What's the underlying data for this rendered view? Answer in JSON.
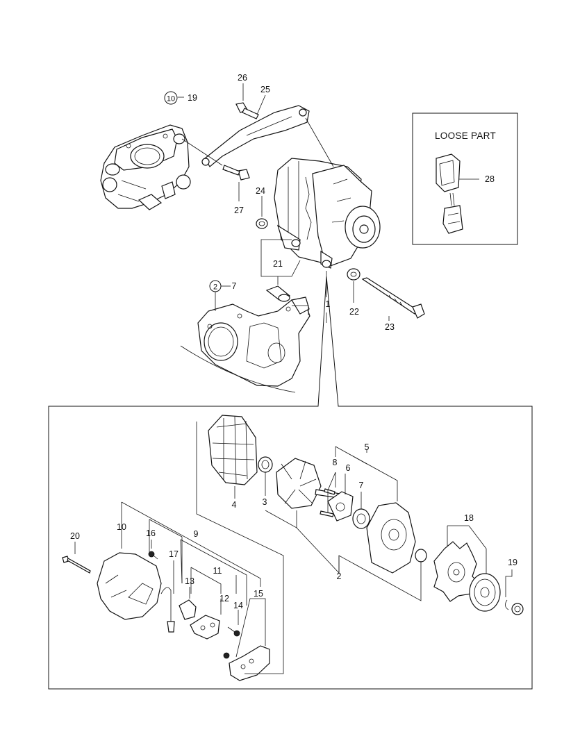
{
  "labels": {
    "p1": "1",
    "p2": "2",
    "p3": "3",
    "p4": "4",
    "p5": "5",
    "p6": "6",
    "p7": "7",
    "p8": "8",
    "p9": "9",
    "p10": "10",
    "p11": "11",
    "p12": "12",
    "p13": "13",
    "p14": "14",
    "p15": "15",
    "p16": "16",
    "p17": "17",
    "p18": "18",
    "p19_top": "19",
    "p19_bottom": "19",
    "p20": "20",
    "p21": "21",
    "p22": "22",
    "p23": "23",
    "p24": "24",
    "p25": "25",
    "p26": "26",
    "p27": "27",
    "p28": "28",
    "p7_top": "7",
    "circled_10": "10",
    "circled_2": "2"
  },
  "loose_part": {
    "title": "LOOSE PART"
  }
}
